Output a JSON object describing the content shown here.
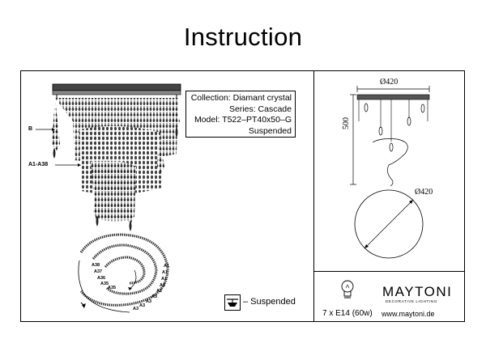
{
  "title": "Instruction",
  "info": {
    "collection": "Collection: Diamant crystal",
    "series": "Series: Cascade",
    "model": "Model: T522–PT40x50–G",
    "type": "Suspended"
  },
  "labels": {
    "b": "B",
    "a_range": "A1-A38"
  },
  "spiral_labels": {
    "left": [
      "A38",
      "A37",
      "A36",
      "A35",
      "A35"
    ],
    "right": [
      "A1",
      "A1",
      "A1",
      "A2",
      "A2",
      "A3",
      "A3",
      "A3",
      "A3"
    ]
  },
  "suspended_label": "– Suspended",
  "dimensions": {
    "top_diameter": "Ø420",
    "height": "500",
    "circle_diameter": "Ø420"
  },
  "bulb": "7 x E14 (60w)",
  "brand": {
    "name": "MAYTONI",
    "tagline": "DECORATIVE LIGHTING",
    "website": "www.maytoni.de"
  },
  "icons": {
    "suspended": "suspended-mount-icon",
    "bulb": "light-bulb-icon"
  }
}
